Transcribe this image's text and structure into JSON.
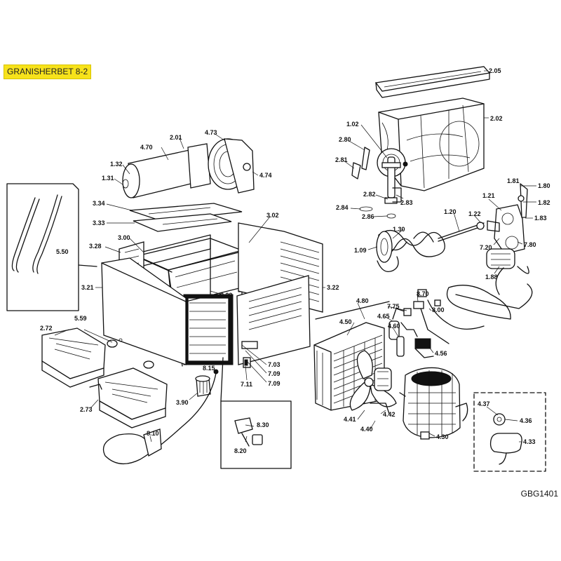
{
  "title": "GRANISHERBET 8-2",
  "drawing_code": "GBG1401",
  "parts": {
    "p205": "2.05",
    "p202": "2.02",
    "p102": "1.02",
    "p280": "2.80",
    "p281": "2.81",
    "p282": "2.82",
    "p283": "2.83",
    "p284": "2.84",
    "p286": "2.86",
    "p181": "1.81",
    "p180": "1.80",
    "p182": "1.82",
    "p183": "1.83",
    "p121": "1.21",
    "p120": "1.20",
    "p122": "1.22",
    "p130": "1.30",
    "p109": "1.09",
    "p720": "7.20",
    "p780": "7.80",
    "p188": "1.88",
    "p470": "4.70",
    "p201": "2.01",
    "p473": "4.73",
    "p474": "4.74",
    "p132": "1.32",
    "p131": "1.31",
    "p334": "3.34",
    "p333": "3.33",
    "p302": "3.02",
    "p328": "3.28",
    "p300": "3.00",
    "p550": "5.50",
    "p321": "3.21",
    "p322": "3.22",
    "p329": "3.29",
    "p272": "2.72",
    "p559": "5.59",
    "p273": "2.73",
    "p390": "3.90",
    "p815": "8.15",
    "p703": "7.03",
    "p709a": "7.09",
    "p709b": "7.09",
    "p711": "7.11",
    "p810": "8.10",
    "p830": "8.30",
    "p820": "8.20",
    "p480": "4.80",
    "p450": "4.50",
    "p465": "4.65",
    "p460": "4.60",
    "p775": "7.75",
    "p870": "8.70",
    "p800": "8.00",
    "p456": "4.56",
    "p441": "4.41",
    "p440": "4.40",
    "p442": "4.42",
    "p430": "4.30",
    "p437": "4.37",
    "p436": "4.36",
    "p433": "4.33"
  }
}
